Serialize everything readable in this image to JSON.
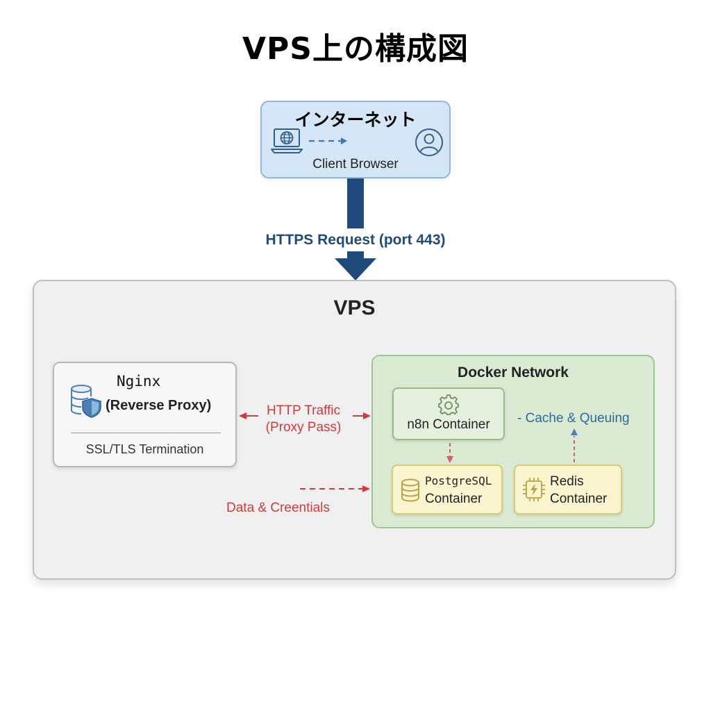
{
  "title": "VPS上の構成図",
  "internet": {
    "title": "インターネット",
    "subtitle": "Client Browser"
  },
  "https_edge": {
    "label": "HTTPS Request (port 443)"
  },
  "vps": {
    "title": "VPS"
  },
  "nginx": {
    "name": "Nginx",
    "role": "(Reverse Proxy)",
    "ssl": "SSL/TLS Termination"
  },
  "http_edge": {
    "line1": "HTTP Traffic",
    "line2": "(Proxy Pass)"
  },
  "data_edge": {
    "label": "Data & Creentials"
  },
  "docker": {
    "title": "Docker Network",
    "n8n": {
      "label": "n8n Container"
    },
    "cache_edge": {
      "label": "- Cache & Queuing"
    },
    "postgres": {
      "name": "PostgreSQL",
      "sub": "Container"
    },
    "redis": {
      "name": "Redis",
      "sub": "Container"
    }
  },
  "colors": {
    "https_arrow": "#1f4a79",
    "http_traffic": "#d13a3a",
    "cache_queuing": "#2a6aa3",
    "docker_bg": "#dbebd3",
    "container_yellow": "#fbf5cf",
    "internet_bg": "#d5e6f6"
  },
  "icons": [
    "laptop-globe-icon",
    "dashed-arrow-icon",
    "user-icon",
    "server-shield-icon",
    "gear-icon",
    "database-icon",
    "chip-icon"
  ]
}
